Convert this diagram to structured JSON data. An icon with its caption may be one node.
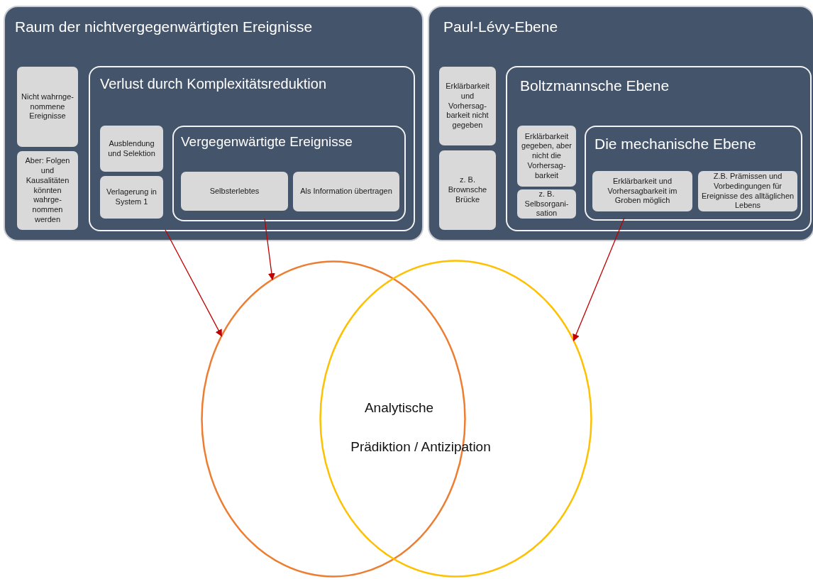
{
  "diagram": {
    "nodes": [
      {
        "text": [
          "Raum der nichtvergegenwärtigten Ereignisse"
        ]
      },
      {
        "text": [
          "Nicht wahrnge- nommene Ereignisse"
        ],
        "in": 0
      },
      {
        "text": [
          "Aber: Folgen und Kausalitäten könnten wahrge- nommen werden"
        ],
        "in": 0
      },
      {
        "text": [
          "Verlust durch Komplexitätsreduktion"
        ],
        "in": 0
      },
      {
        "text": [
          "Ausblendung und Selektion"
        ],
        "in": 3
      },
      {
        "text": [
          "Verlagerung in System 1"
        ],
        "in": 3
      },
      {
        "text": [
          "Vergegenwärtigte Ereignisse"
        ],
        "in": 3
      },
      {
        "text": [
          "Selbsterlebtes"
        ],
        "in": 6
      },
      {
        "text": [
          "Als Information übertragen"
        ],
        "in": 6
      },
      {
        "text": [
          "Paul-Lévy-Ebene"
        ]
      },
      {
        "text": [
          "Erklärbarkeit und Vorhersag- barkeit nicht gegeben"
        ],
        "in": 9
      },
      {
        "text": [
          "z. B. Brownsche Brücke"
        ],
        "in": 9
      },
      {
        "text": [
          "Boltzmannsche Ebene"
        ],
        "in": 9
      },
      {
        "text": [
          "Erklärbarkeit gegeben, aber nicht die Vorhersag- barkeit"
        ],
        "in": 12
      },
      {
        "text": [
          "z. B. Selbsorgani- sation"
        ],
        "in": 12
      },
      {
        "text": [
          "Die mechanische Ebene"
        ],
        "in": 12
      },
      {
        "text": [
          "Erklärbarkeit und Vorhersagbarkeit im Groben möglich"
        ],
        "in": 15
      },
      {
        "text": [
          "Z.B. Prämissen und Vorbedingungen für Ereignisse des alltäglichen Lebens"
        ],
        "in": 15
      },
      {
        "text": [],
        "shape": "circle"
      },
      {
        "text": [],
        "shape": "circle"
      }
    ],
    "edges": [
      {
        "from": 3,
        "to": 18,
        "arrow": "to"
      },
      {
        "from": 6,
        "to": 18,
        "arrow": "to"
      },
      {
        "from": 15,
        "to": 19,
        "arrow": "to"
      }
    ],
    "labels": [
      "Analytische",
      "Prädiktion / Antizipation"
    ]
  }
}
